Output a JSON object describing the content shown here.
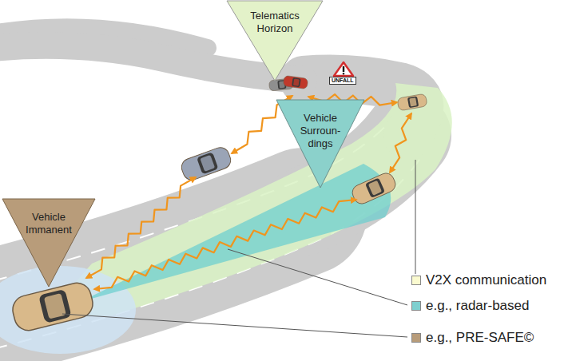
{
  "diagram": {
    "nodes": [
      {
        "text": [
          "Telematics Horizon"
        ]
      },
      {
        "text": [
          "Vehicle Surroun- dings"
        ]
      },
      {
        "text": [
          "Vehicle Immanent"
        ]
      }
    ],
    "labels": [
      "UNFALL"
    ],
    "legend": [
      {
        "text": "V2X communication",
        "color": "#fbfbd0"
      },
      {
        "text": "e.g., radar-based",
        "color": "#7fcfcf"
      },
      {
        "text": "e.g., PRE-SAFE©",
        "color": "#b89c7a"
      }
    ]
  }
}
